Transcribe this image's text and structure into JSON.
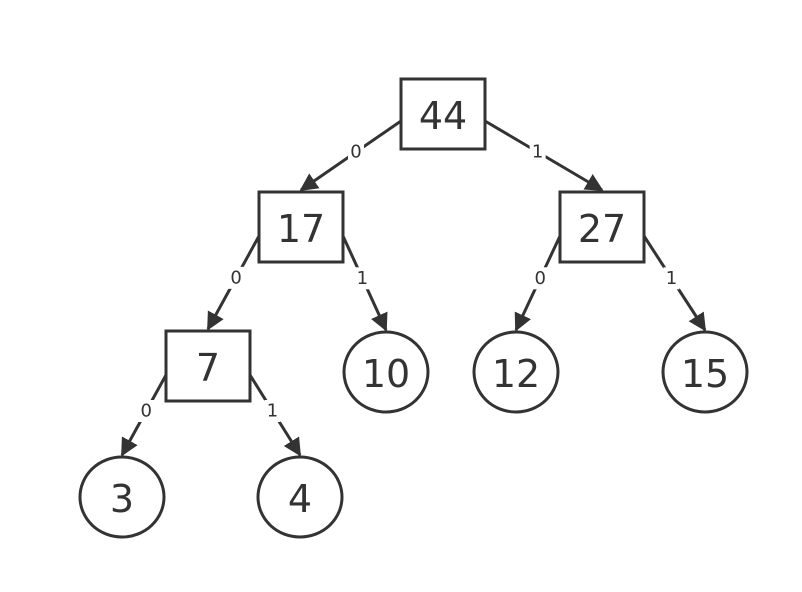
{
  "colors": {
    "stroke": "#333333",
    "fill": "#ffffff",
    "background": "#ffffff"
  },
  "nodes": [
    {
      "id": "n44",
      "label": "44",
      "shape": "box"
    },
    {
      "id": "n17",
      "label": "17",
      "shape": "box"
    },
    {
      "id": "n27",
      "label": "27",
      "shape": "box"
    },
    {
      "id": "n7",
      "label": "7",
      "shape": "box"
    },
    {
      "id": "n10",
      "label": "10",
      "shape": "ellipse"
    },
    {
      "id": "n12",
      "label": "12",
      "shape": "ellipse"
    },
    {
      "id": "n15",
      "label": "15",
      "shape": "ellipse"
    },
    {
      "id": "n3",
      "label": "3",
      "shape": "ellipse"
    },
    {
      "id": "n4",
      "label": "4",
      "shape": "ellipse"
    }
  ],
  "edges": [
    {
      "from": "n44",
      "to": "n17",
      "label": "0"
    },
    {
      "from": "n44",
      "to": "n27",
      "label": "1"
    },
    {
      "from": "n17",
      "to": "n7",
      "label": "0"
    },
    {
      "from": "n17",
      "to": "n10",
      "label": "1"
    },
    {
      "from": "n27",
      "to": "n12",
      "label": "0"
    },
    {
      "from": "n27",
      "to": "n15",
      "label": "1"
    },
    {
      "from": "n7",
      "to": "n3",
      "label": "0"
    },
    {
      "from": "n7",
      "to": "n4",
      "label": "1"
    }
  ]
}
